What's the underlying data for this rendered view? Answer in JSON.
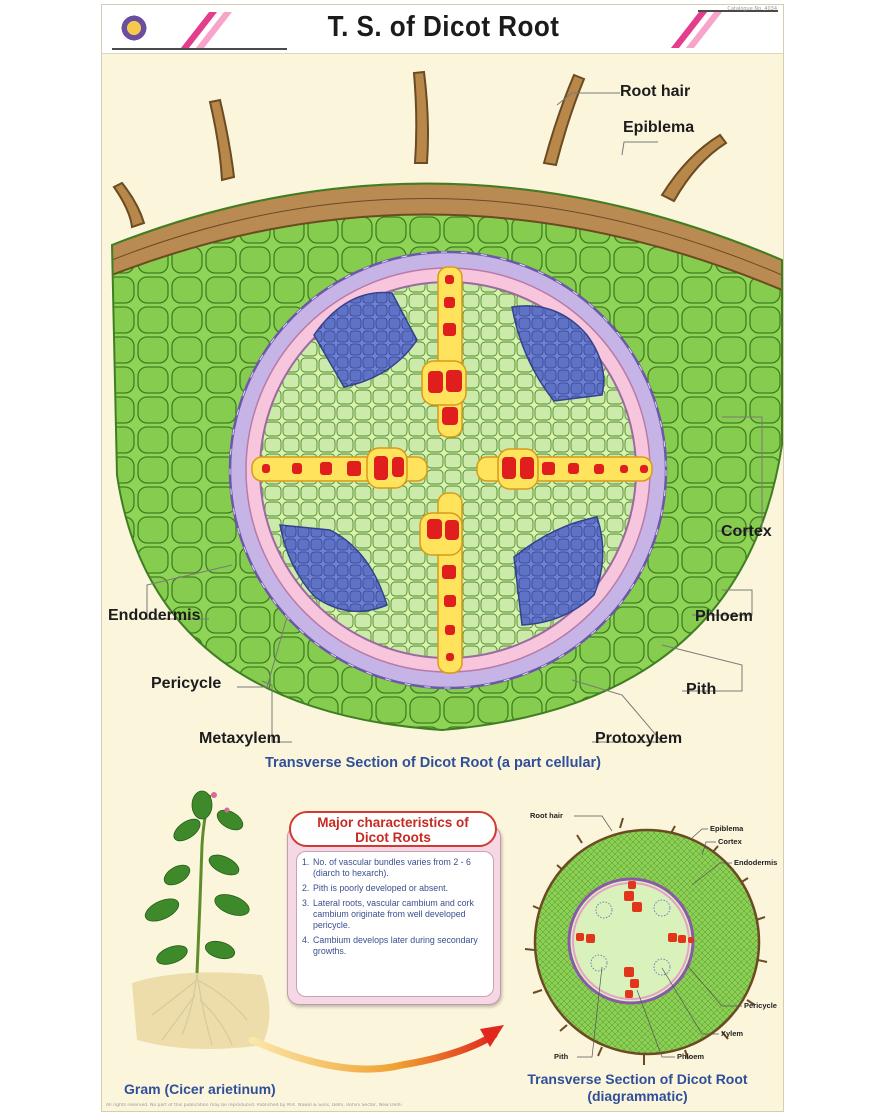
{
  "title": "T. S. of Dicot Root",
  "header": {
    "publisher_micro": "Catalogue No. 4034"
  },
  "labels": {
    "root_hair": "Root hair",
    "epiblema": "Epiblema",
    "cortex": "Cortex",
    "phloem": "Phloem",
    "pith": "Pith",
    "protoxylem": "Protoxylem",
    "endodermis": "Endodermis",
    "pericycle": "Pericycle",
    "metaxylem": "Metaxylem"
  },
  "main_caption": "Transverse Section of Dicot Root (a part cellular)",
  "characteristics": {
    "heading_line1": "Major characteristics of",
    "heading_line2": "Dicot Roots",
    "items": [
      {
        "num": "1.",
        "text": "No. of vascular bundles varies from 2 - 6 (diarch to hexarch)."
      },
      {
        "num": "2.",
        "text": "Pith is poorly developed or absent."
      },
      {
        "num": "3.",
        "text": "Lateral roots, vascular cambium and cork cambium originate from well developed pericycle."
      },
      {
        "num": "4.",
        "text": "Cambium develops later during secondary growths."
      }
    ]
  },
  "plant_caption": "Gram (Cicer arietinum)",
  "diagram": {
    "labels": {
      "root_hair": "Root hair",
      "epiblema": "Epiblema",
      "cortex": "Cortex",
      "endodermis": "Endodermis",
      "pericycle": "Pericycle",
      "xylem": "Xylem",
      "phloem": "Phloem",
      "pith": "Pith"
    },
    "caption_line1": "Transverse Section of Dicot Root",
    "caption_line2": "(diagrammatic)"
  },
  "footer_micro": "All rights reserved. No part of this publication may be reproduced. Published by M.K. Nawal & Sons, Delhi, Rohini Sector, New Delhi"
}
